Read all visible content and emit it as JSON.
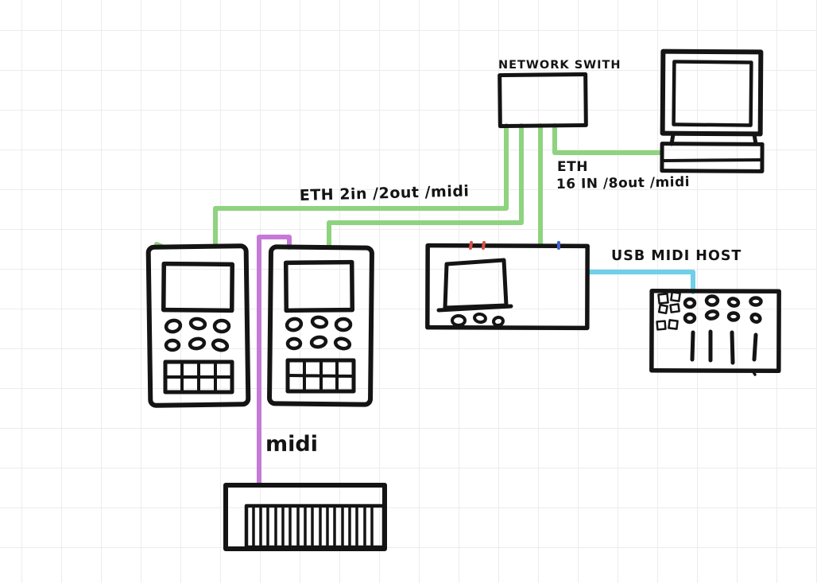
{
  "labels": {
    "network_switch": "NETWORK SWITH",
    "eth_synths": "ETH 2in /2out /midi",
    "eth_computer_line1": "ETH",
    "eth_computer_line2": "16 IN /8out /midi",
    "usb_midi_host": "USB MIDI HOST",
    "midi": "midi"
  },
  "colors": {
    "ink": "#141414",
    "eth_green": "#8ed37f",
    "midi_purple": "#c67ad7",
    "usb_cyan": "#6fd0e8",
    "port_red": "#d9514a",
    "port_blue": "#3f62d2",
    "grid": "#ececec",
    "background": "#ffffff"
  },
  "diagram": {
    "type": "hand-drawn sketch",
    "nodes": [
      "network-switch",
      "desktop-computer",
      "synth-device-1",
      "synth-device-2",
      "audio-interface",
      "usb-midi-controller",
      "piano-keyboard"
    ],
    "connections": [
      {
        "from": "network-switch",
        "to": "synth-device-1",
        "label": "ETH 2in /2out /midi",
        "color": "#8ed37f"
      },
      {
        "from": "network-switch",
        "to": "synth-device-2",
        "label": "ETH 2in /2out /midi",
        "color": "#8ed37f"
      },
      {
        "from": "network-switch",
        "to": "audio-interface",
        "label": "",
        "color": "#8ed37f"
      },
      {
        "from": "network-switch",
        "to": "desktop-computer",
        "label": "ETH 16 IN /8out /midi",
        "color": "#8ed37f"
      },
      {
        "from": "synth-device-2",
        "to": "piano-keyboard",
        "label": "midi",
        "color": "#c67ad7"
      },
      {
        "from": "audio-interface",
        "to": "usb-midi-controller",
        "label": "USB MIDI HOST",
        "color": "#6fd0e8"
      }
    ]
  }
}
